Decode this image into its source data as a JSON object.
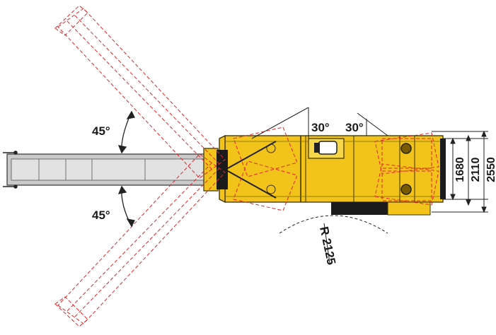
{
  "annotations": {
    "swing_upper": "45°",
    "swing_lower": "45°",
    "outrigger_angle_left": "30°",
    "outrigger_angle_right": "30°",
    "turning_radius": "R 2125"
  },
  "dimensions": {
    "width_inner": "1680",
    "width_mid": "2110",
    "width_overall": "2550"
  },
  "colors": {
    "chassis_yellow": "#f2c31b",
    "chassis_outline": "#3a3000",
    "boom_gray": "#c9c9c9",
    "swing_overlay_red": "#e2262b",
    "dimension_lines": "#222222"
  }
}
